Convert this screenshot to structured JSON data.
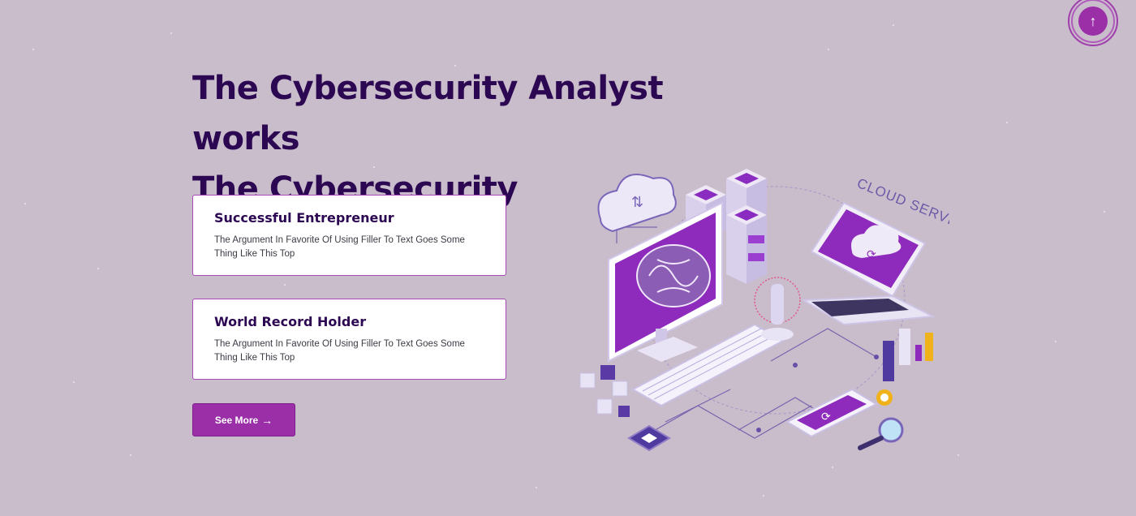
{
  "scroll_top": {
    "icon": "arrow-up-icon"
  },
  "hero": {
    "title_line1": "The Cybersecurity Analyst works",
    "title_line2": "The Cybersecurity"
  },
  "cards": [
    {
      "title": "Successful Entrepreneur",
      "text": "The Argument In Favorite Of Using Filler To Text Goes Some Thing Like This Top"
    },
    {
      "title": "World Record Holder",
      "text": "The Argument In Favorite Of Using Filler To Text Goes Some Thing Like This Top"
    }
  ],
  "cta": {
    "label": "See More",
    "icon": "arrow-right-icon"
  },
  "illustration": {
    "label": "CLOUD SERVICES"
  },
  "colors": {
    "background": "#c9bccb",
    "heading": "#2c0752",
    "accent": "#9b2fa8"
  }
}
